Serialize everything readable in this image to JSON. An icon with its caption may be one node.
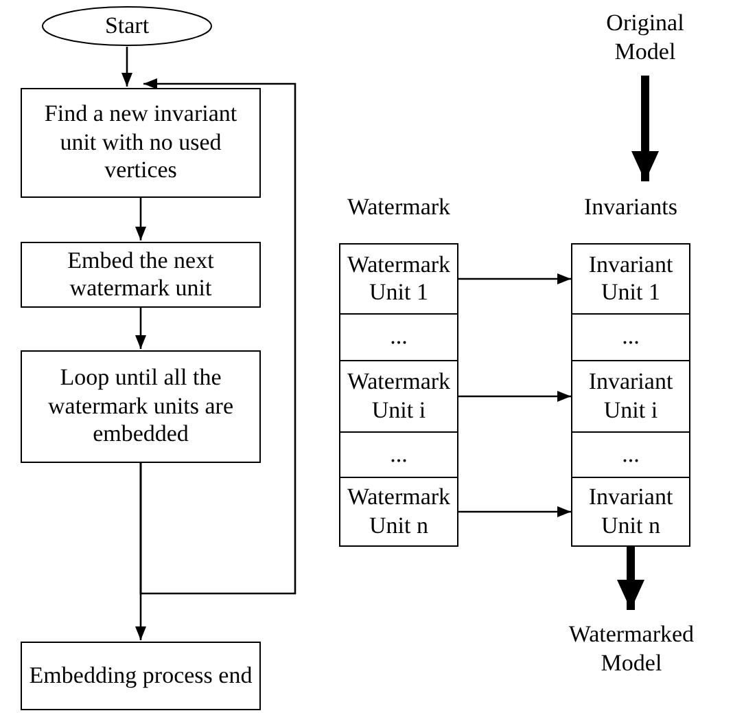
{
  "diagram": {
    "nodes": [
      {
        "text": [
          "Start"
        ]
      },
      {
        "text": [
          "Find a new invariant unit with no used vertices"
        ]
      },
      {
        "text": [
          "Embed the next watermark unit"
        ]
      },
      {
        "text": [
          "Loop until all the watermark units are embedded"
        ]
      },
      {
        "text": [
          "Embedding process end"
        ]
      },
      {
        "text": [
          "Original Model"
        ]
      },
      {
        "text": [
          "Watermark"
        ]
      },
      {
        "text": [
          "Watermark Unit 1"
        ],
        "in": 6
      },
      {
        "text": [
          "..."
        ],
        "in": 6
      },
      {
        "text": [
          "Watermark Unit i"
        ],
        "in": 6
      },
      {
        "text": [
          "..."
        ],
        "in": 6
      },
      {
        "text": [
          "Watermark Unit n"
        ],
        "in": 6
      },
      {
        "text": [
          "Invariants"
        ]
      },
      {
        "text": [
          "Invariant Unit 1"
        ],
        "in": 12
      },
      {
        "text": [
          "..."
        ],
        "in": 12
      },
      {
        "text": [
          "Invariant Unit i"
        ],
        "in": 12
      },
      {
        "text": [
          "..."
        ],
        "in": 12
      },
      {
        "text": [
          "Invariant Unit n"
        ],
        "in": 12
      },
      {
        "text": [
          "Watermarked Model"
        ]
      }
    ],
    "edges": [
      {
        "from": 0,
        "to": 1,
        "arrow": "to"
      },
      {
        "from": 1,
        "to": 2,
        "arrow": "to"
      },
      {
        "from": 2,
        "to": 3,
        "arrow": "to"
      },
      {
        "from": 3,
        "to": 4,
        "arrow": "to"
      },
      {
        "from": 3,
        "to": 1,
        "arrow": "to"
      },
      {
        "from": 5,
        "to": 12,
        "arrow": "to",
        "style": "thick"
      },
      {
        "from": 7,
        "to": 13,
        "arrow": "to"
      },
      {
        "from": 9,
        "to": 15,
        "arrow": "to"
      },
      {
        "from": 11,
        "to": 17,
        "arrow": "to"
      },
      {
        "from": 12,
        "to": 18,
        "arrow": "to",
        "style": "thick"
      }
    ]
  }
}
